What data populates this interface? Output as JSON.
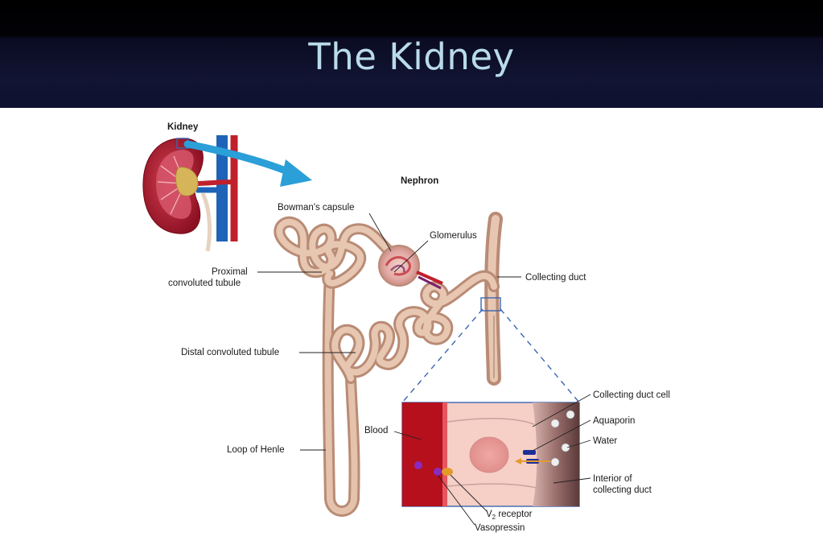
{
  "slide": {
    "title": "The Kidney"
  },
  "labels": {
    "kidney": "Kidney",
    "nephron": "Nephron",
    "bowmans_capsule": "Bowman's capsule",
    "glomerulus": "Glomerulus",
    "proximal_line1": "Proximal",
    "proximal_line2": "convoluted tubule",
    "collecting_duct": "Collecting duct",
    "distal_tubule": "Distal convoluted tubule",
    "loop_of_henle": "Loop of Henle",
    "blood": "Blood",
    "collecting_duct_cell": "Collecting duct cell",
    "aquaporin": "Aquaporin",
    "water": "Water",
    "interior_line1": "Interior of",
    "interior_line2": "collecting duct",
    "v2_prefix": "V",
    "v2_sub": "2",
    "v2_suffix": " receptor",
    "vasopressin": "Vasopressin"
  },
  "colors": {
    "tubule": "#d9b39a",
    "kidney": "#a8182e",
    "blood": "#b5101c",
    "arrow": "#2a9fd8",
    "vein": "#1e63b8",
    "artery": "#c0202c",
    "cell": "#f6cfc6"
  }
}
